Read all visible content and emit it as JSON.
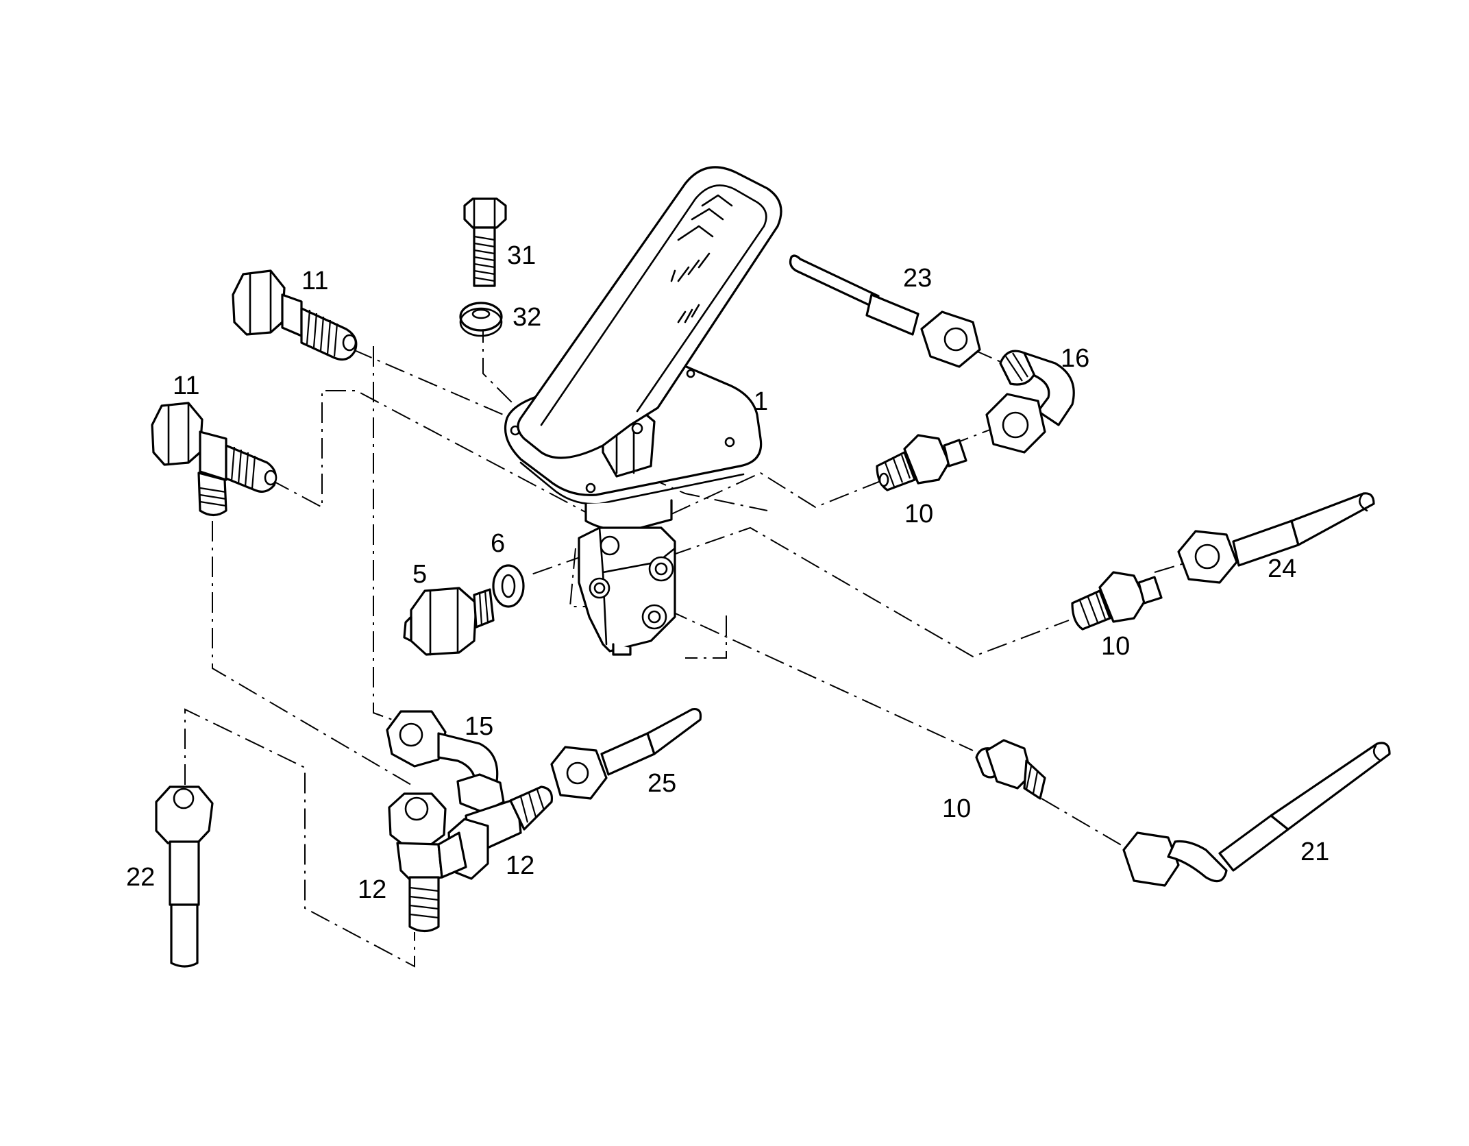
{
  "labels": {
    "l1": "1",
    "l5": "5",
    "l6": "6",
    "l10a": "10",
    "l10b": "10",
    "l10c": "10",
    "l11a": "11",
    "l11b": "11",
    "l12a": "12",
    "l12b": "12",
    "l15": "15",
    "l16": "16",
    "l21": "21",
    "l22": "22",
    "l23": "23",
    "l24": "24",
    "l25": "25",
    "l31": "31",
    "l32": "32"
  },
  "colors": {
    "line": "#000000",
    "background": "#ffffff"
  }
}
